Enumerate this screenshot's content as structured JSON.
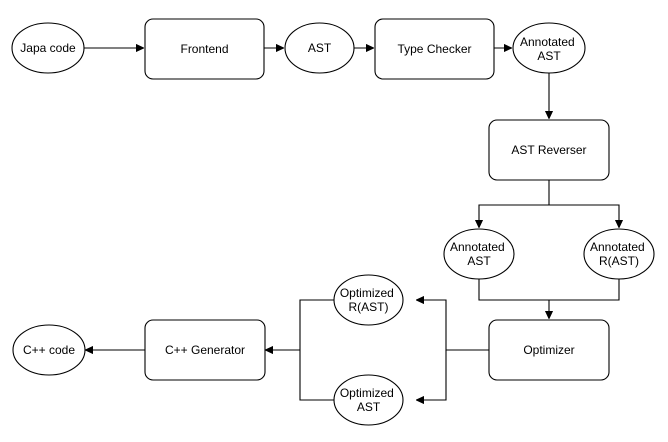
{
  "nodes": {
    "japa_code": [
      "Japa code"
    ],
    "frontend": [
      "Frontend"
    ],
    "ast": [
      "AST"
    ],
    "type_checker": [
      "Type Checker"
    ],
    "annotated_ast_top": [
      "Annotated",
      "AST"
    ],
    "ast_reverser": [
      "AST Reverser"
    ],
    "annotated_ast_mid": [
      "Annotated",
      "AST"
    ],
    "annotated_r_ast": [
      "Annotated",
      "R(AST)"
    ],
    "optimizer": [
      "Optimizer"
    ],
    "optimized_r_ast": [
      "Optimized",
      "R(AST)"
    ],
    "optimized_ast": [
      "Optimized",
      "AST"
    ],
    "cpp_generator": [
      "C++ Generator"
    ],
    "cpp_code": [
      "C++ code"
    ]
  }
}
